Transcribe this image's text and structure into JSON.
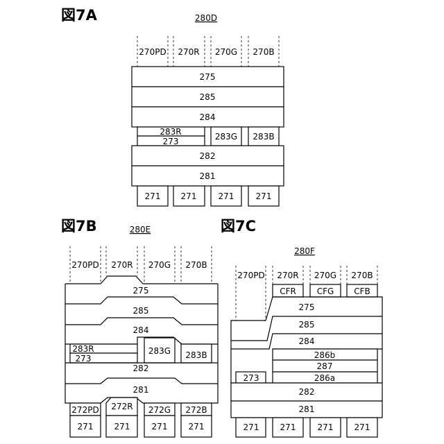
{
  "fig7a": {
    "title": "図7A",
    "ref": "280D",
    "pixels": [
      "270PD",
      "270R",
      "270G",
      "270B"
    ],
    "layers": {
      "l275": "275",
      "l285": "285",
      "l284": "284",
      "l282": "282",
      "l281": "281"
    },
    "filters": {
      "r283": "283R",
      "r273": "273",
      "g283": "283G",
      "b283": "283B"
    },
    "substrate": [
      "271",
      "271",
      "271",
      "271"
    ]
  },
  "fig7b": {
    "title": "図7B",
    "ref": "280E",
    "pixels": [
      "270PD",
      "270R",
      "270G",
      "270B"
    ],
    "layers": {
      "l275": "275",
      "l285": "285",
      "l284": "284",
      "l282": "282",
      "l281": "281"
    },
    "filters": {
      "r283": "283R",
      "r273": "273",
      "g283": "283G",
      "b283": "283B"
    },
    "lower": [
      "272PD",
      "272R",
      "272G",
      "272B"
    ],
    "substrate": [
      "271",
      "271",
      "271",
      "271"
    ]
  },
  "fig7c": {
    "title": "図7C",
    "ref": "280F",
    "pixels": [
      "270PD",
      "270R",
      "270G",
      "270B"
    ],
    "cf": [
      "CFR",
      "CFG",
      "CFB"
    ],
    "layers": {
      "l275": "275",
      "l285": "285",
      "l284": "284",
      "l286b": "286b",
      "l287": "287",
      "l286a": "286a",
      "l273": "273",
      "l282": "282",
      "l281": "281"
    },
    "substrate": [
      "271",
      "271",
      "271",
      "271"
    ]
  }
}
